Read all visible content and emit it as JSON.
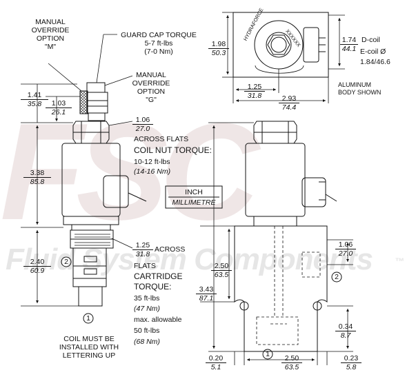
{
  "watermark": {
    "logo": "FSC",
    "company": "Fluid System Components",
    "tm": "™"
  },
  "left_view": {
    "manual_override_m": [
      "MANUAL",
      "OVERRIDE",
      "OPTION",
      "\"M\""
    ],
    "guard_cap": [
      "GUARD CAP TORQUE",
      "5-7 ft-lbs",
      "(7-0 Nm)"
    ],
    "manual_override_g": [
      "MANUAL",
      "OVERRIDE",
      "OPTION",
      "\"G\""
    ],
    "dim_141": {
      "in": "1.41",
      "mm": "35.8"
    },
    "dim_103": {
      "in": "1.03",
      "mm": "26.1"
    },
    "dim_106": {
      "in": "1.06",
      "mm": "27.0"
    },
    "across_flats": "ACROSS FLATS",
    "coil_nut_torque": "COIL NUT TORQUE:",
    "coil_nut_ftlbs": "10-12 ft-lbs",
    "coil_nut_nm": "(14-16 Nm)",
    "dim_338": {
      "in": "3.38",
      "mm": "85.8"
    },
    "dim_125": {
      "in": "1.25",
      "mm": "31.8"
    },
    "across": "ACROSS",
    "flats": "FLATS",
    "cartridge": "CARTRIDGE",
    "torque": "TORQUE:",
    "cart_ftlbs": "35 ft-lbs",
    "cart_nm": "(47 Nm)",
    "max_allowable": "max. allowable",
    "max_ftlbs": "50 ft-lbs",
    "max_nm": "(68 Nm)",
    "dim_240": {
      "in": "2.40",
      "mm": "60.9"
    },
    "port2": "2",
    "port1": "1",
    "coil_note": [
      "COIL MUST BE",
      "INSTALLED WITH",
      "LETTERING UP"
    ]
  },
  "legend": {
    "inch": "INCH",
    "mm": "MILLIMETRE"
  },
  "top_view": {
    "dim_198": {
      "in": "1.98",
      "mm": "50.3"
    },
    "dim_174": {
      "in": "1.74",
      "mm": "44.1"
    },
    "d_coil": "D-coil",
    "e_coil": "E-coil Ø",
    "e_coil_dims": "1.84/46.6",
    "dim_125": {
      "in": "1.25",
      "mm": "31.8"
    },
    "dim_293": {
      "in": "2.93",
      "mm": "74.4"
    },
    "aluminum": [
      "ALUMINUM",
      "BODY SHOWN"
    ],
    "coil_lettering": "HYDRAFORCE",
    "coil_code": "XXXXXX"
  },
  "right_view": {
    "dim_250v": {
      "in": "2.50",
      "mm": "63.5"
    },
    "dim_343": {
      "in": "3.43",
      "mm": "87.1"
    },
    "dim_106": {
      "in": "1.06",
      "mm": "27.0"
    },
    "dim_034": {
      "in": "0.34",
      "mm": "8.7"
    },
    "dim_020": {
      "in": "0.20",
      "mm": "5.1"
    },
    "dim_250h": {
      "in": "2.50",
      "mm": "63.5"
    },
    "dim_023": {
      "in": "0.23",
      "mm": "5.8"
    },
    "port2": "2",
    "port1": "1"
  }
}
